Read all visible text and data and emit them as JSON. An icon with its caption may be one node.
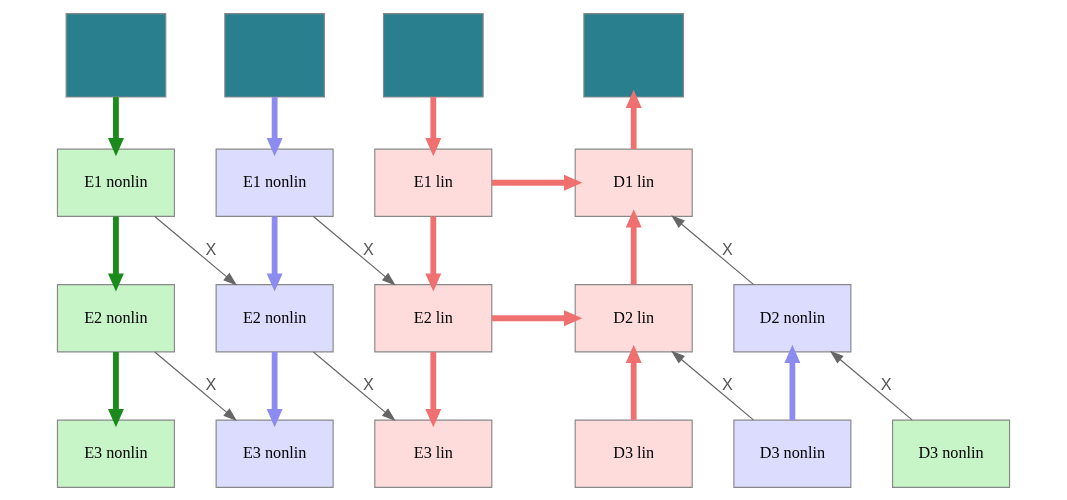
{
  "diagram": {
    "nodes": [
      {
        "text": [],
        "shape": "box"
      },
      {
        "text": [],
        "shape": "box"
      },
      {
        "text": [],
        "shape": "box"
      },
      {
        "text": [],
        "shape": "box"
      },
      {
        "text": [
          "E1 nonlin"
        ]
      },
      {
        "text": [
          "E1 nonlin"
        ]
      },
      {
        "text": [
          "E1 lin"
        ]
      },
      {
        "text": [
          "D1 lin"
        ]
      },
      {
        "text": [
          "E2 nonlin"
        ]
      },
      {
        "text": [
          "E2 nonlin"
        ]
      },
      {
        "text": [
          "E2 lin"
        ]
      },
      {
        "text": [
          "D2 lin"
        ]
      },
      {
        "text": [
          "D2 nonlin"
        ]
      },
      {
        "text": [
          "E3 nonlin"
        ]
      },
      {
        "text": [
          "E3 nonlin"
        ]
      },
      {
        "text": [
          "E3 lin"
        ]
      },
      {
        "text": [
          "D3 lin"
        ]
      },
      {
        "text": [
          "D3 nonlin"
        ]
      },
      {
        "text": [
          "D3 nonlin"
        ]
      }
    ],
    "edges": [
      {
        "from": 0,
        "to": 4,
        "arrow": "to",
        "color": "#1a8a1a"
      },
      {
        "from": 1,
        "to": 5,
        "arrow": "to",
        "color": "#8c8cf0"
      },
      {
        "from": 2,
        "to": 6,
        "arrow": "to",
        "color": "#f07070"
      },
      {
        "from": 7,
        "to": 3,
        "arrow": "to",
        "color": "#f07070"
      },
      {
        "from": 4,
        "to": 8,
        "arrow": "to",
        "color": "#1a8a1a"
      },
      {
        "from": 5,
        "to": 9,
        "arrow": "to",
        "color": "#8c8cf0"
      },
      {
        "from": 6,
        "to": 10,
        "arrow": "to",
        "color": "#f07070"
      },
      {
        "from": 11,
        "to": 7,
        "arrow": "to",
        "color": "#f07070"
      },
      {
        "from": 4,
        "to": 9,
        "arrow": "to",
        "label": "X",
        "color": "#666666"
      },
      {
        "from": 5,
        "to": 10,
        "arrow": "to",
        "label": "X",
        "color": "#666666"
      },
      {
        "from": 6,
        "to": 7,
        "arrow": "to",
        "color": "#f07070"
      },
      {
        "from": 12,
        "to": 7,
        "arrow": "to",
        "label": "X",
        "color": "#666666"
      },
      {
        "from": 8,
        "to": 13,
        "arrow": "to",
        "color": "#1a8a1a"
      },
      {
        "from": 9,
        "to": 14,
        "arrow": "to",
        "color": "#8c8cf0"
      },
      {
        "from": 10,
        "to": 15,
        "arrow": "to",
        "color": "#f07070"
      },
      {
        "from": 16,
        "to": 11,
        "arrow": "to",
        "color": "#f07070"
      },
      {
        "from": 17,
        "to": 12,
        "arrow": "to",
        "color": "#8c8cf0"
      },
      {
        "from": 8,
        "to": 14,
        "arrow": "to",
        "label": "X",
        "color": "#666666"
      },
      {
        "from": 9,
        "to": 15,
        "arrow": "to",
        "label": "X",
        "color": "#666666"
      },
      {
        "from": 10,
        "to": 11,
        "arrow": "to",
        "color": "#f07070"
      },
      {
        "from": 17,
        "to": 11,
        "arrow": "to",
        "label": "X",
        "color": "#666666"
      },
      {
        "from": 18,
        "to": 12,
        "arrow": "to",
        "label": "X",
        "color": "#666666"
      }
    ]
  }
}
